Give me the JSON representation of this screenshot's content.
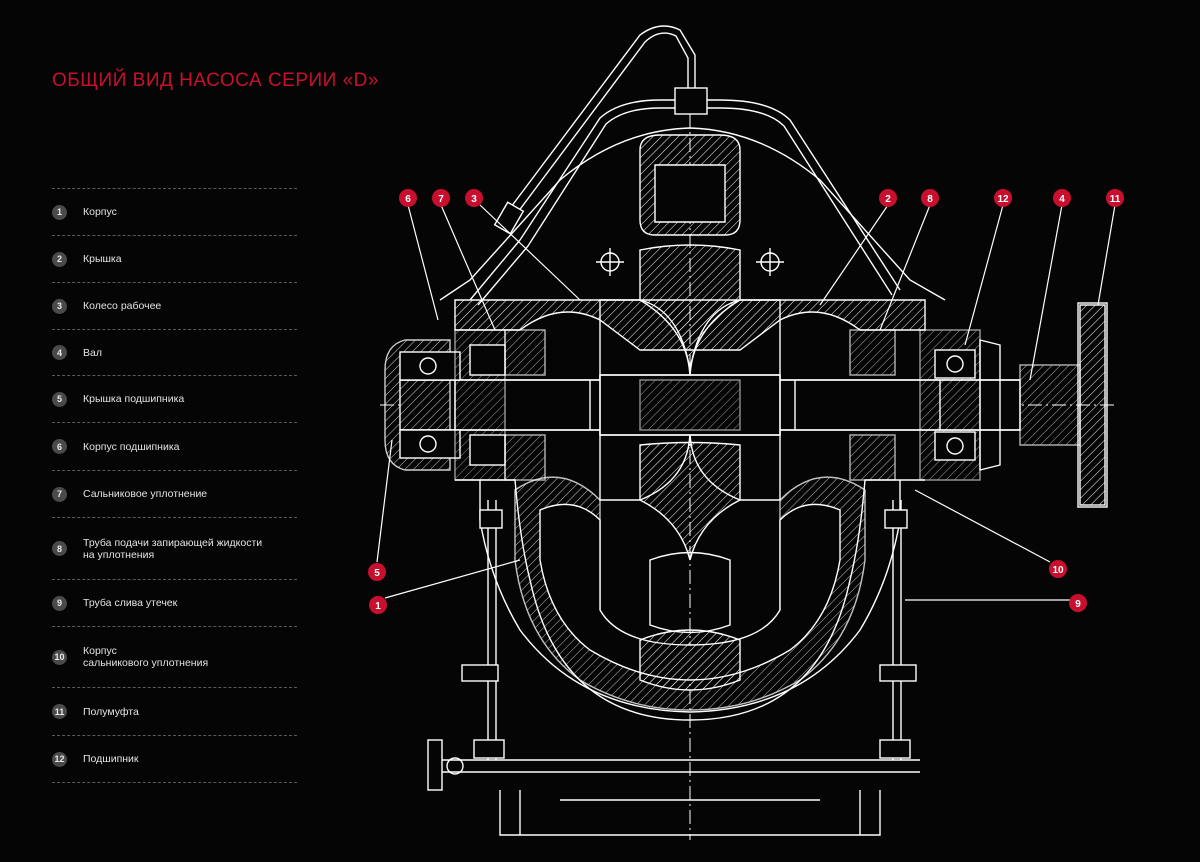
{
  "title": "ОБЩИЙ ВИД НАСОСА СЕРИИ «D»",
  "legend": [
    {
      "num": "1",
      "label": "Корпус"
    },
    {
      "num": "2",
      "label": "Крышка"
    },
    {
      "num": "3",
      "label": "Колесо рабочее"
    },
    {
      "num": "4",
      "label": "Вал"
    },
    {
      "num": "5",
      "label": "Крышка подшипника"
    },
    {
      "num": "6",
      "label": "Корпус подшипника"
    },
    {
      "num": "7",
      "label": "Сальниковое уплотнение"
    },
    {
      "num": "8",
      "label": "Труба подачи запирающей жидкости\nна уплотнения"
    },
    {
      "num": "9",
      "label": "Труба слива утечек"
    },
    {
      "num": "10",
      "label": "Корпус\nсальникового уплотнения"
    },
    {
      "num": "11",
      "label": "Полумуфта"
    },
    {
      "num": "12",
      "label": "Подшипник"
    }
  ],
  "callouts": [
    "6",
    "7",
    "3",
    "2",
    "8",
    "12",
    "4",
    "11",
    "5",
    "1",
    "10",
    "9"
  ],
  "colors": {
    "accent": "#c8102e",
    "line": "#ffffff",
    "background": "#050505"
  }
}
